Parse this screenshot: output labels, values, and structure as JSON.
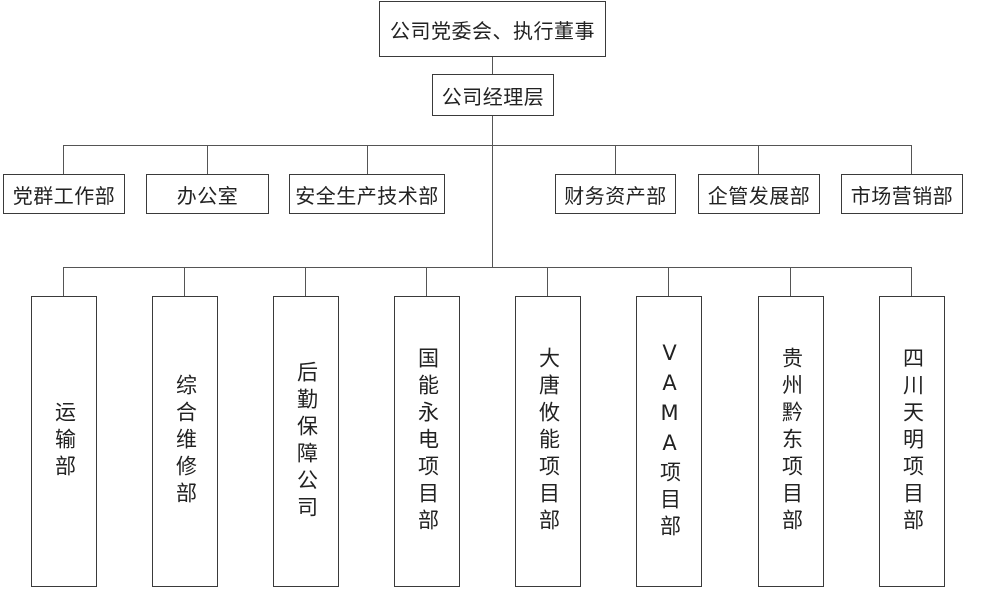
{
  "root": {
    "label": "公司党委会、执行董事"
  },
  "management": {
    "label": "公司经理层"
  },
  "departments": [
    {
      "label": "党群工作部"
    },
    {
      "label": "办公室"
    },
    {
      "label": "安全生产技术部"
    },
    {
      "label": "财务资产部"
    },
    {
      "label": "企管发展部"
    },
    {
      "label": "市场营销部"
    }
  ],
  "units": [
    {
      "label": "运输部"
    },
    {
      "label": "综合维修部"
    },
    {
      "label": "后勤保障公司"
    },
    {
      "label": "国能永电项目部"
    },
    {
      "label": "大唐攸能项目部"
    },
    {
      "label": "VAMA项目部"
    },
    {
      "label": "贵州黔东项目部"
    },
    {
      "label": "四川天明项目部"
    }
  ]
}
